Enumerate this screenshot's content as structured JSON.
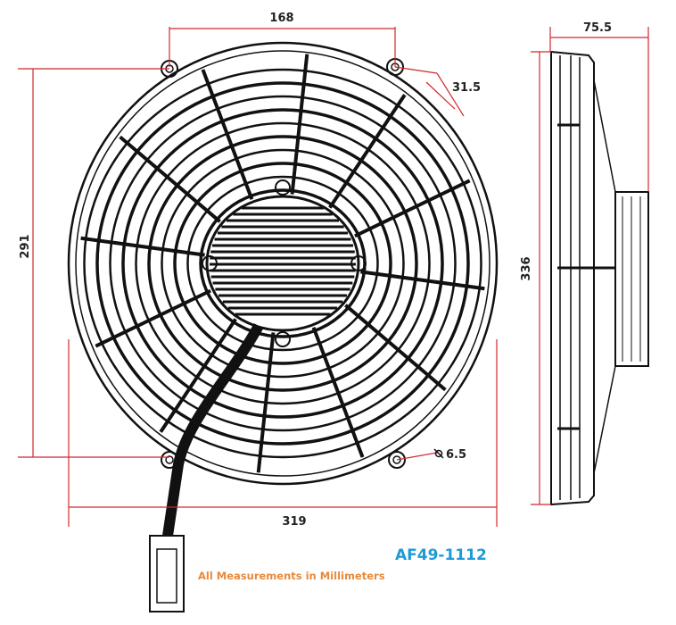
{
  "dimensions": {
    "bolt_spacing_horizontal": "168",
    "bolt_spacing_vertical": "291",
    "overall_width": "319",
    "bolt_offset_diagonal": "31.5",
    "hole_diameter": "6.5",
    "depth": "75.5",
    "overall_height": "336"
  },
  "part_number": "AF49-1112",
  "note": "All Measurements in Millimeters",
  "colors": {
    "dimension_lines": "#d0282e",
    "part_number": "#1e9bd7",
    "note": "#e8893a"
  }
}
